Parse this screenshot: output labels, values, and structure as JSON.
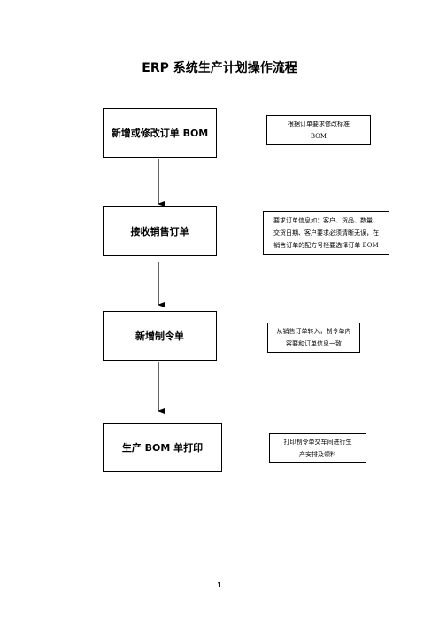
{
  "document": {
    "title": "ERP 系统生产计划操作流程",
    "page_number": "1"
  },
  "steps": [
    {
      "label": "新增或修改订单 BOM",
      "note_lines": [
        "根据订单要求修改标准",
        "BOM"
      ]
    },
    {
      "label": "接收销售订单",
      "note_lines": [
        "要求订单信息如：客户、货品、数量、",
        "交货日期、客户要求必须清晰无误，在",
        "销售订单的配方号栏要选择订单 BOM"
      ]
    },
    {
      "label": "新增制令单",
      "note_lines": [
        "从销售订单转入，制令单内",
        "容要和订单信息一致"
      ]
    },
    {
      "label": "生产 BOM 单打印",
      "note_lines": [
        "打印制令单交车间进行生",
        "产安排及领料"
      ]
    }
  ]
}
